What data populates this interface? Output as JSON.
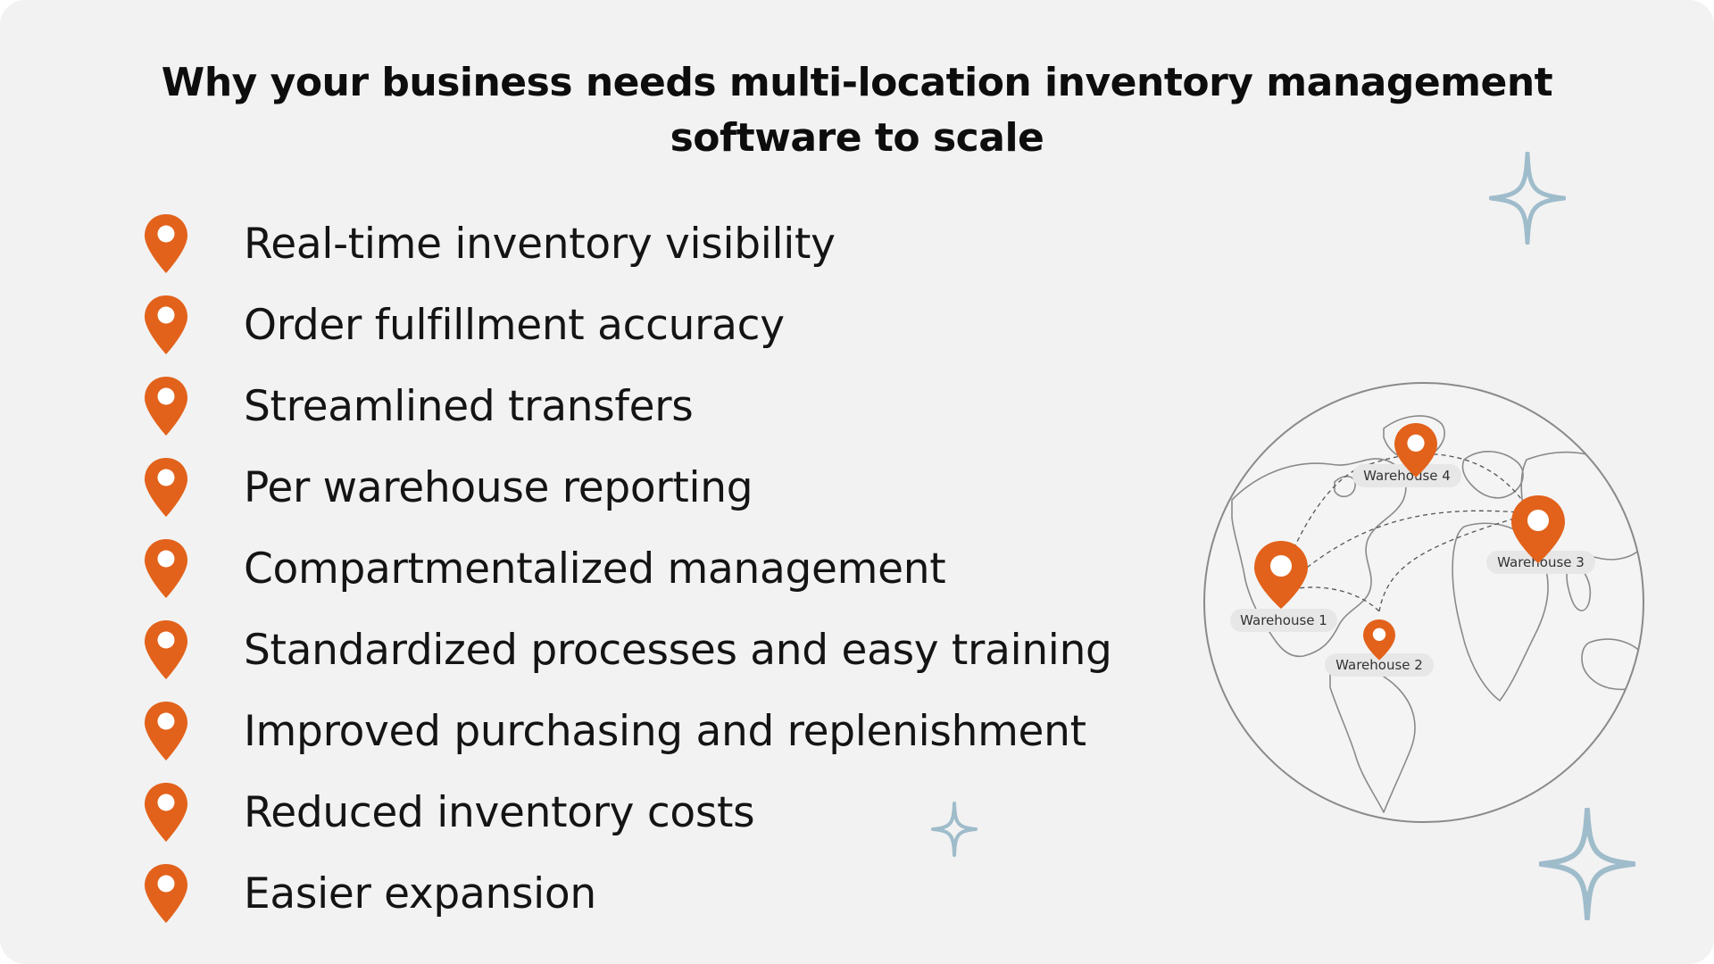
{
  "title": {
    "line1": "Why your business needs multi-location inventory management",
    "line2": "software to scale"
  },
  "benefits": [
    {
      "label": "Real-time inventory visibility",
      "icon": "location-pin-icon"
    },
    {
      "label": "Order fulfillment accuracy",
      "icon": "location-pin-icon"
    },
    {
      "label": "Streamlined transfers",
      "icon": "location-pin-icon"
    },
    {
      "label": "Per warehouse reporting",
      "icon": "location-pin-icon"
    },
    {
      "label": "Compartmentalized management",
      "icon": "location-pin-icon"
    },
    {
      "label": "Standardized processes and easy training",
      "icon": "location-pin-icon"
    },
    {
      "label": "Improved purchasing and replenishment",
      "icon": "location-pin-icon"
    },
    {
      "label": "Reduced inventory costs",
      "icon": "location-pin-icon"
    },
    {
      "label": "Easier expansion",
      "icon": "location-pin-icon"
    }
  ],
  "globe": {
    "icon": "globe-map-icon",
    "warehouses": [
      {
        "label": "Warehouse 1"
      },
      {
        "label": "Warehouse 2"
      },
      {
        "label": "Warehouse 3"
      },
      {
        "label": "Warehouse 4"
      }
    ]
  },
  "colors": {
    "background": "#f2f2f2",
    "pin": "#e2621b",
    "sparkle": "#9fbccb",
    "globe_line": "#8a8a8a",
    "text": "#141414"
  }
}
